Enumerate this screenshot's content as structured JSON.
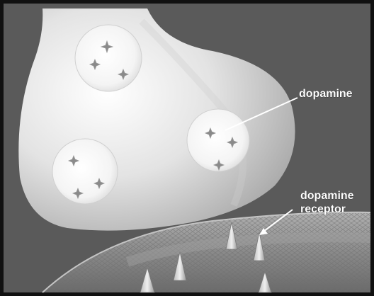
{
  "labels": {
    "dopamine": "dopamine",
    "receptor_line1": "dopamine",
    "receptor_line2": "receptor"
  },
  "colors": {
    "frame": "#111111",
    "background": "#5a5a5a",
    "terminal": "#e6e6e6",
    "vesicle": "#f8f8f8",
    "membrane": "#8c8c8c",
    "label_text": "#ffffff"
  }
}
